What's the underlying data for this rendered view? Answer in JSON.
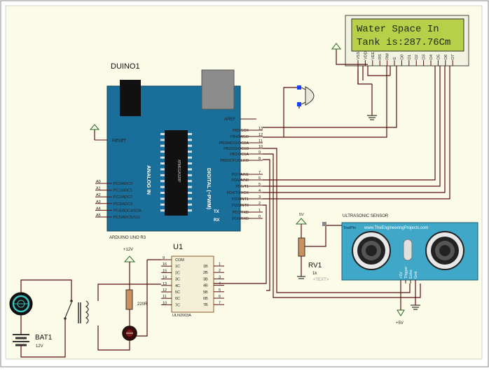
{
  "lcd": {
    "line1": "Water Space In",
    "line2": "Tank is:287.76Cm",
    "pins": [
      "VSS",
      "VDD",
      "VEE",
      "RS",
      "RW",
      "E",
      "D0",
      "D1",
      "D2",
      "D3",
      "D4",
      "D5",
      "D6",
      "D7"
    ]
  },
  "arduino": {
    "name": "DUINO1",
    "model": "ARDUINO UNO R3",
    "analog_label": "ANALOG IN",
    "digital_label": "DIGITAL (~PWM)",
    "chip_text": "ATMEGA328P",
    "aref": "AREF",
    "reset": "RESET",
    "right_pins": [
      {
        "label": "PB5/SCK",
        "num": "13"
      },
      {
        "label": "PB4/MISO",
        "num": "12"
      },
      {
        "label": "PB3/MOSI/OC2A",
        "num": "11"
      },
      {
        "label": "PB2/SS/OC1B",
        "num": "10"
      },
      {
        "label": "PB1/OC1A",
        "num": "9"
      },
      {
        "label": "PB0/ICP1/CLKO",
        "num": "8"
      },
      {
        "label": "PD7/AIN1",
        "num": "7"
      },
      {
        "label": "PD6/AIN0",
        "num": "6"
      },
      {
        "label": "PD5/T1",
        "num": "5"
      },
      {
        "label": "PD4/T0/XCK",
        "num": "4"
      },
      {
        "label": "PD3/INT1",
        "num": "3"
      },
      {
        "label": "PD2/INT0",
        "num": "2"
      },
      {
        "label": "PD1/TXD",
        "num": "1"
      },
      {
        "label": "PD0/RXD",
        "num": "0"
      }
    ],
    "left_pins": [
      {
        "label": "PC0/ADC0",
        "num": "A0"
      },
      {
        "label": "PC1/ADC1",
        "num": "A1"
      },
      {
        "label": "PC2/ADC2",
        "num": "A2"
      },
      {
        "label": "PC3/ADC3",
        "num": "A3"
      },
      {
        "label": "PC4/ADC4/SDA",
        "num": "A4"
      },
      {
        "label": "PC5/ADC5/SCL",
        "num": "A5"
      }
    ],
    "tx": "TX",
    "rx": "RX"
  },
  "sensor": {
    "title": "ULTRASONIC SENSOR",
    "url": "www.TheEngineeringProjects.com",
    "test_pin": "TestPin",
    "pins": [
      "+5V",
      "Trigger",
      "Echo",
      "Gnd"
    ]
  },
  "rv1": {
    "name": "RV1",
    "value": "1k",
    "text": "<TEXT>",
    "supply": "5V"
  },
  "u1": {
    "name": "U1",
    "part": "ULN2003A",
    "left_pins": [
      {
        "n": "9",
        "l": "COM"
      },
      {
        "n": "16",
        "l": "1C"
      },
      {
        "n": "15",
        "l": "2C"
      },
      {
        "n": "14",
        "l": "3C"
      },
      {
        "n": "13",
        "l": "4C"
      },
      {
        "n": "12",
        "l": "5C"
      },
      {
        "n": "11",
        "l": "6C"
      },
      {
        "n": "10",
        "l": "7C"
      }
    ],
    "right_pins": [
      {
        "n": "1",
        "l": "1B"
      },
      {
        "n": "2",
        "l": "2B"
      },
      {
        "n": "3",
        "l": "3B"
      },
      {
        "n": "4",
        "l": "4B"
      },
      {
        "n": "5",
        "l": "5B"
      },
      {
        "n": "6",
        "l": "6B"
      },
      {
        "n": "7",
        "l": "7B"
      }
    ]
  },
  "supply": {
    "v12": "+12V",
    "v5": "+5V"
  },
  "resistor": {
    "value": "220R"
  },
  "battery": {
    "name": "BAT1",
    "value": "12V"
  },
  "colors": {
    "board": "#1a6f9a",
    "lcd_bg": "#b8cf4a",
    "lcd_text": "#1e2a0a",
    "sensor": "#3fa8c8",
    "wire": "#5a1010"
  }
}
